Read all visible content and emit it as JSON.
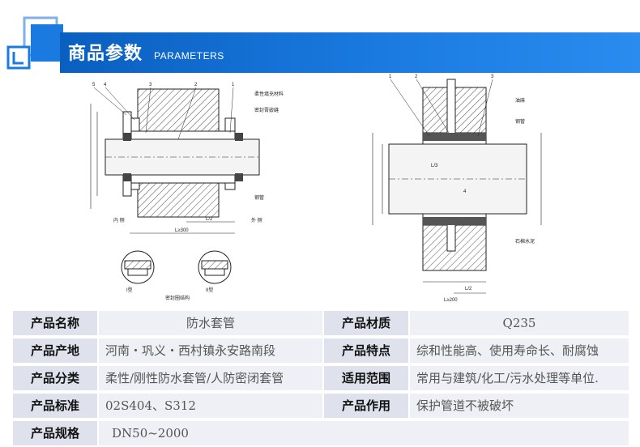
{
  "header": {
    "title": "商品参数",
    "subtitle": "PARAMETERS"
  },
  "drawings": {
    "left": {
      "callouts": [
        "5",
        "4",
        "3",
        "2",
        "1"
      ],
      "notes": [
        "柔性填充材料",
        "密封膏嵌缝",
        "钢管",
        "内 侧",
        "外 侧",
        "L/2",
        "L≥300",
        "密封圈结构",
        "I型",
        "II型"
      ]
    },
    "right": {
      "callouts": [
        "1",
        "2",
        "3",
        "4"
      ],
      "notes": [
        "油麻",
        "钢管",
        "石棉水泥",
        "L/3",
        "L/2",
        "L≥200"
      ]
    }
  },
  "specs": [
    {
      "label": "产品名称",
      "value": "防水套管",
      "label2": "产品材质",
      "value2": "Q235"
    },
    {
      "label": "产品产地",
      "value": "河南・巩义・西村镇永安路南段",
      "label2": "产品特点",
      "value2": "综和性能高、使用寿命长、耐腐蚀"
    },
    {
      "label": "产品分类",
      "value": "柔性/刚性防水套管/人防密闭套管",
      "label2": "适用范围",
      "value2": "常用与建筑/化工/污水处理等单位."
    },
    {
      "label": "产品标准",
      "value": "02S404、S312",
      "label2": "产品作用",
      "value2": "保护管道不被破坏"
    },
    {
      "label": "产品规格",
      "value": "DN50~2000"
    }
  ],
  "colors": {
    "header_blue": "#1a7ae0",
    "label_bg": "#dfe2ec",
    "value_bg": "#eef0f6"
  }
}
